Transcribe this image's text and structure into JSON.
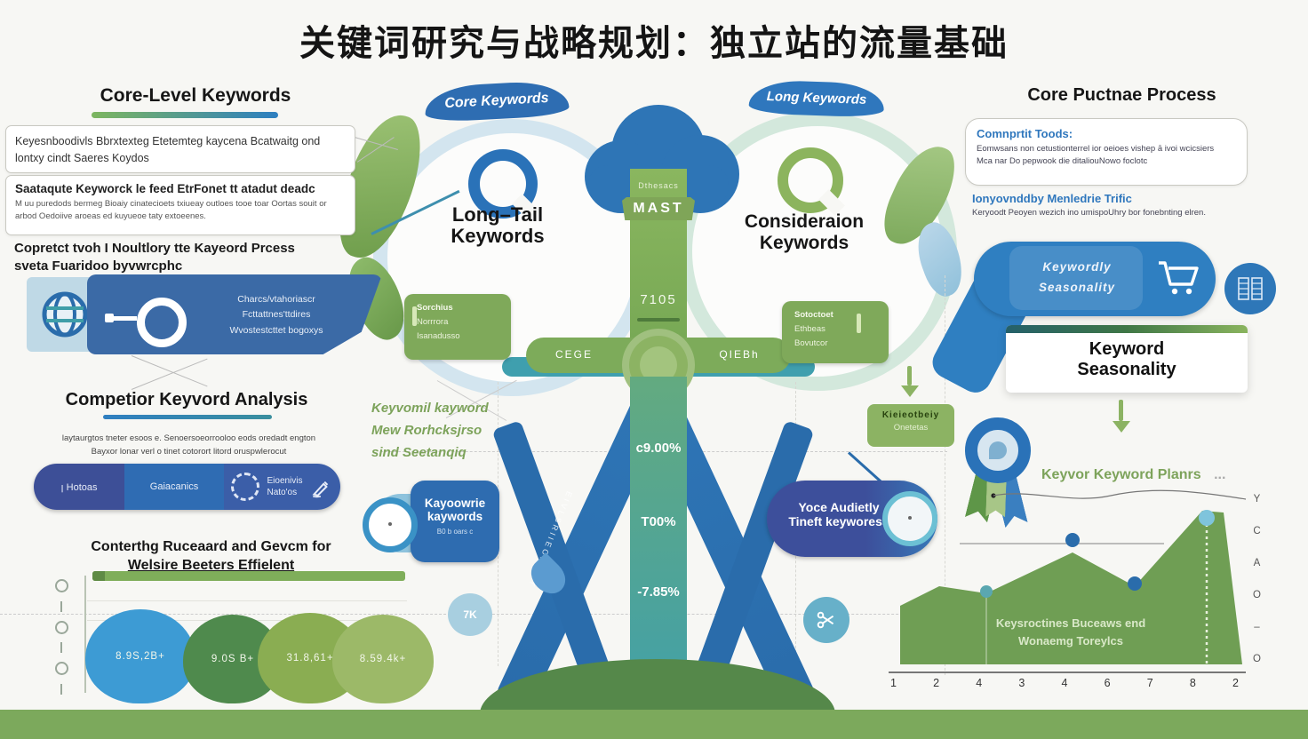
{
  "title": "关键词研究与战略规划：独立站的流量基础",
  "colors": {
    "blue": "#2e75b6",
    "green": "#7fae5a",
    "teal": "#3f9ea8",
    "navy": "#3d4f9b"
  },
  "left": {
    "h1": "Core-Level Keywords",
    "note1": "Keyesnboodivls Bbrxtexteg Etetemteg kaycena Bcatwaitg ond lontxy cindt Saeres Koydos",
    "note2_title": "Saataqute Keyworck le feed EtrFonet tt atadut deadc",
    "note2_body": "M uu puredods bermeg Bioaiy cinatecioets txiueay outloes tooe toar Oortas souit or arbod Oedoiive aroeas ed kuyueoe taty extoeenes.",
    "process1": "Copretct tvoh I Noultlory tte Kayeord Prcess",
    "process2": "sveta Fuaridoo byvwrcphc",
    "banner1": "Charcs/vtahoriascr",
    "banner2": "Fcttattnes'ttdires",
    "banner3": "Wvostestcttet bogoxys",
    "comp_h": "Competior Keyvord Analysis",
    "comp_b1": "laytaurgtos tneter esoos e. Senoersoeorrooloo eods oredadt engton",
    "comp_b2": "Bayxor lonar verl o tinet cotorort litord oruspwlerocut",
    "pill1": "ꞁ Hotoas",
    "pill2": "Gaiacanics",
    "pill3a": "Eioenivis",
    "pill3b": "Nato'os",
    "chart_h1": "Conterthg Ruceaard and Gevcm for",
    "chart_h2": "Welsire Beeters Effielent",
    "bubbles": [
      {
        "label": "8.9S,2B+",
        "color": "#3d9bd4"
      },
      {
        "label": "9.0S B+",
        "color": "#4f8a4d"
      },
      {
        "label": "31.8,61+",
        "color": "#8aad52"
      },
      {
        "label": "8.59.4k+",
        "color": "#9cb968"
      }
    ]
  },
  "tree": {
    "banner_left": "Core Keywords",
    "banner_right": "Long Keywords",
    "nodeL1": "Long–Tail",
    "nodeL2": "Keywords",
    "nodeR1": "Consideraion",
    "nodeR2": "Keywords",
    "cloud_small": "Dthesacs",
    "mast": "MAST",
    "value": "7105",
    "branchL": "CEGE",
    "branchR": "QIEBh",
    "tagL": [
      "Sorchius",
      "Norrrora",
      "Isanadusso"
    ],
    "tagR": [
      "Sotoctoet",
      "Ethbeas",
      "Bovutcor"
    ],
    "note": [
      "Keyvomil kayword",
      "Mew Rorhcksjrso",
      "sind Seetanqiq"
    ],
    "mini1": "Kieieotbeiy",
    "mini2": "Onetetas",
    "pct1": "c9.00%",
    "pct2": "T00%",
    "pct3": "-7.85%",
    "badgeL1": "Kayoowrie",
    "badgeL2": "kaywords",
    "badgeLsub": "B0 b oars c",
    "badgeR1": "Yoce Audietly",
    "badgeR2": "Tineft keyworess",
    "ribbon": "EIVLSRIIEOILNIT",
    "k7": "7K"
  },
  "right": {
    "h": "Core Puctnae Process",
    "tools_t": "Comnprtit Toods:",
    "tools_b1": "Eomwsans non cetustionterrel ior oeioes vishep ā ivoi wcicsiers",
    "tools_b2": "Mca nar Do pepwook die ditaliouNowo foclotc",
    "traffic_t": "Ionyovnddby Menledrie Trific",
    "traffic_b": "Keryoodt Peoyen wezich ino umispoUhry bor fonebnting elren.",
    "season1": "Keywordly",
    "season2": "Seasonality",
    "card1": "Keyword",
    "card2": "Seasonality",
    "planner": "Keyvor Keyword Planrs",
    "dots": "...",
    "cap1": "Keysroctines Buceaws end",
    "cap2": "Wonaemg Toreylcs",
    "xlabels": [
      "1",
      "2",
      "4",
      "3",
      "4",
      "6",
      "7",
      "8",
      "2"
    ],
    "ylabels": [
      "Y",
      "C",
      "A",
      "O",
      "–",
      "O"
    ]
  },
  "chart_data": [
    {
      "type": "area",
      "title": "Keysroctines Buceaws end Wonaemg Toreylcs",
      "x_tick_labels": [
        "1",
        "2",
        "4",
        "3",
        "4",
        "6",
        "7",
        "8",
        "2"
      ],
      "right_axis_labels": [
        "Y",
        "C",
        "A",
        "O",
        "–",
        "O"
      ],
      "values_relative": [
        66,
        88,
        80,
        126,
        88,
        173,
        171,
        0
      ],
      "marker_points": [
        {
          "x": 3,
          "color": "#5aa7b0"
        },
        {
          "x": 5,
          "color": "#2a6cab"
        },
        {
          "x": 6,
          "color": "#2a6cab"
        },
        {
          "x": 8,
          "color": "#7fc4dc"
        }
      ],
      "fill_color": "#6f9e54"
    },
    {
      "type": "bubble",
      "title": "Conterthg Ruceaard and Gevcm for Welsire Beeters Effielent",
      "categories": [
        "8.9S,2B+",
        "9.0S B+",
        "31.8,61+",
        "8.59.4k+"
      ],
      "sizes_relative": [
        1.0,
        0.9,
        0.93,
        0.9
      ],
      "colors": [
        "#3d9bd4",
        "#4f8a4d",
        "#8aad52",
        "#9cb968"
      ]
    }
  ]
}
